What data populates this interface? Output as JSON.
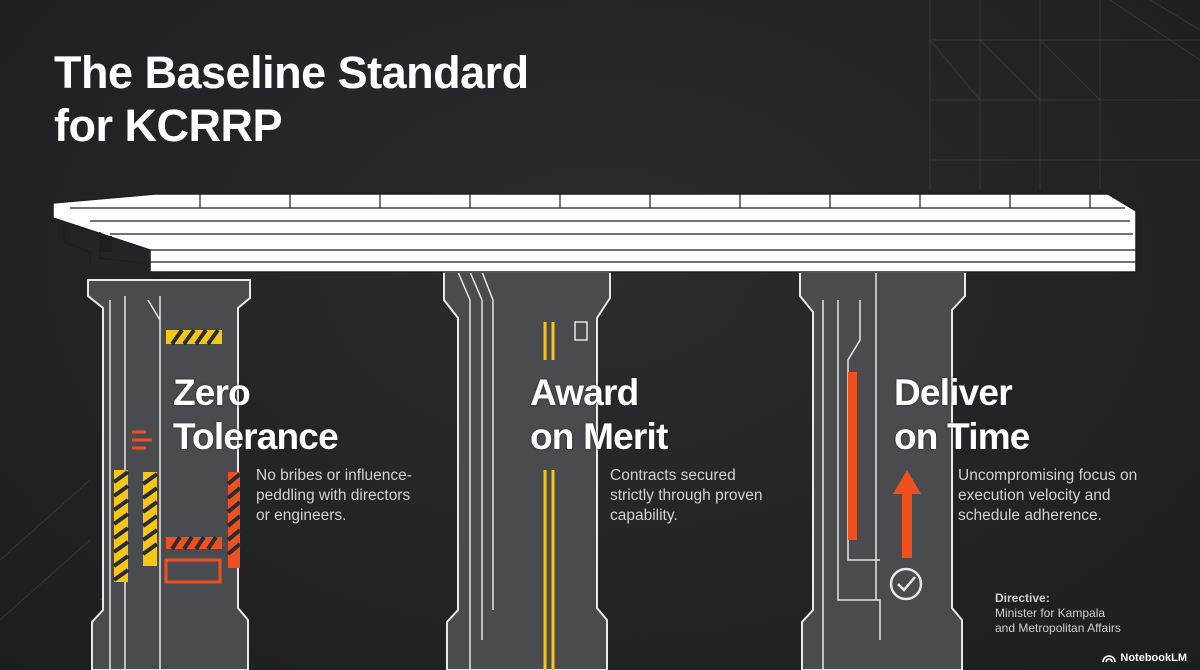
{
  "title": {
    "line1": "The Baseline Standard",
    "line2": "for KCRRP"
  },
  "pillars": [
    {
      "heading_line1": "Zero",
      "heading_line2": "Tolerance",
      "description": "No bribes or influence-peddling with directors or engineers.",
      "accent": "#f5c518"
    },
    {
      "heading_line1": "Award",
      "heading_line2": "on Merit",
      "description": "Contracts secured strictly through proven capability.",
      "accent": "#f5c518"
    },
    {
      "heading_line1": "Deliver",
      "heading_line2": "on Time",
      "description": "Uncompromising focus on execution velocity and schedule adherence.",
      "accent": "#f0501e"
    }
  ],
  "directive": {
    "label": "Directive:",
    "line1": "Minister for Kampala",
    "line2": "and Metropolitan Affairs"
  },
  "brand": {
    "name": "NotebookLM",
    "icon": "notebooklm-logo-icon"
  },
  "colors": {
    "background": "#232427",
    "pillar": "#4a4b4f",
    "yellow": "#f5c518",
    "orange": "#f0501e",
    "deck": "#ffffff"
  }
}
